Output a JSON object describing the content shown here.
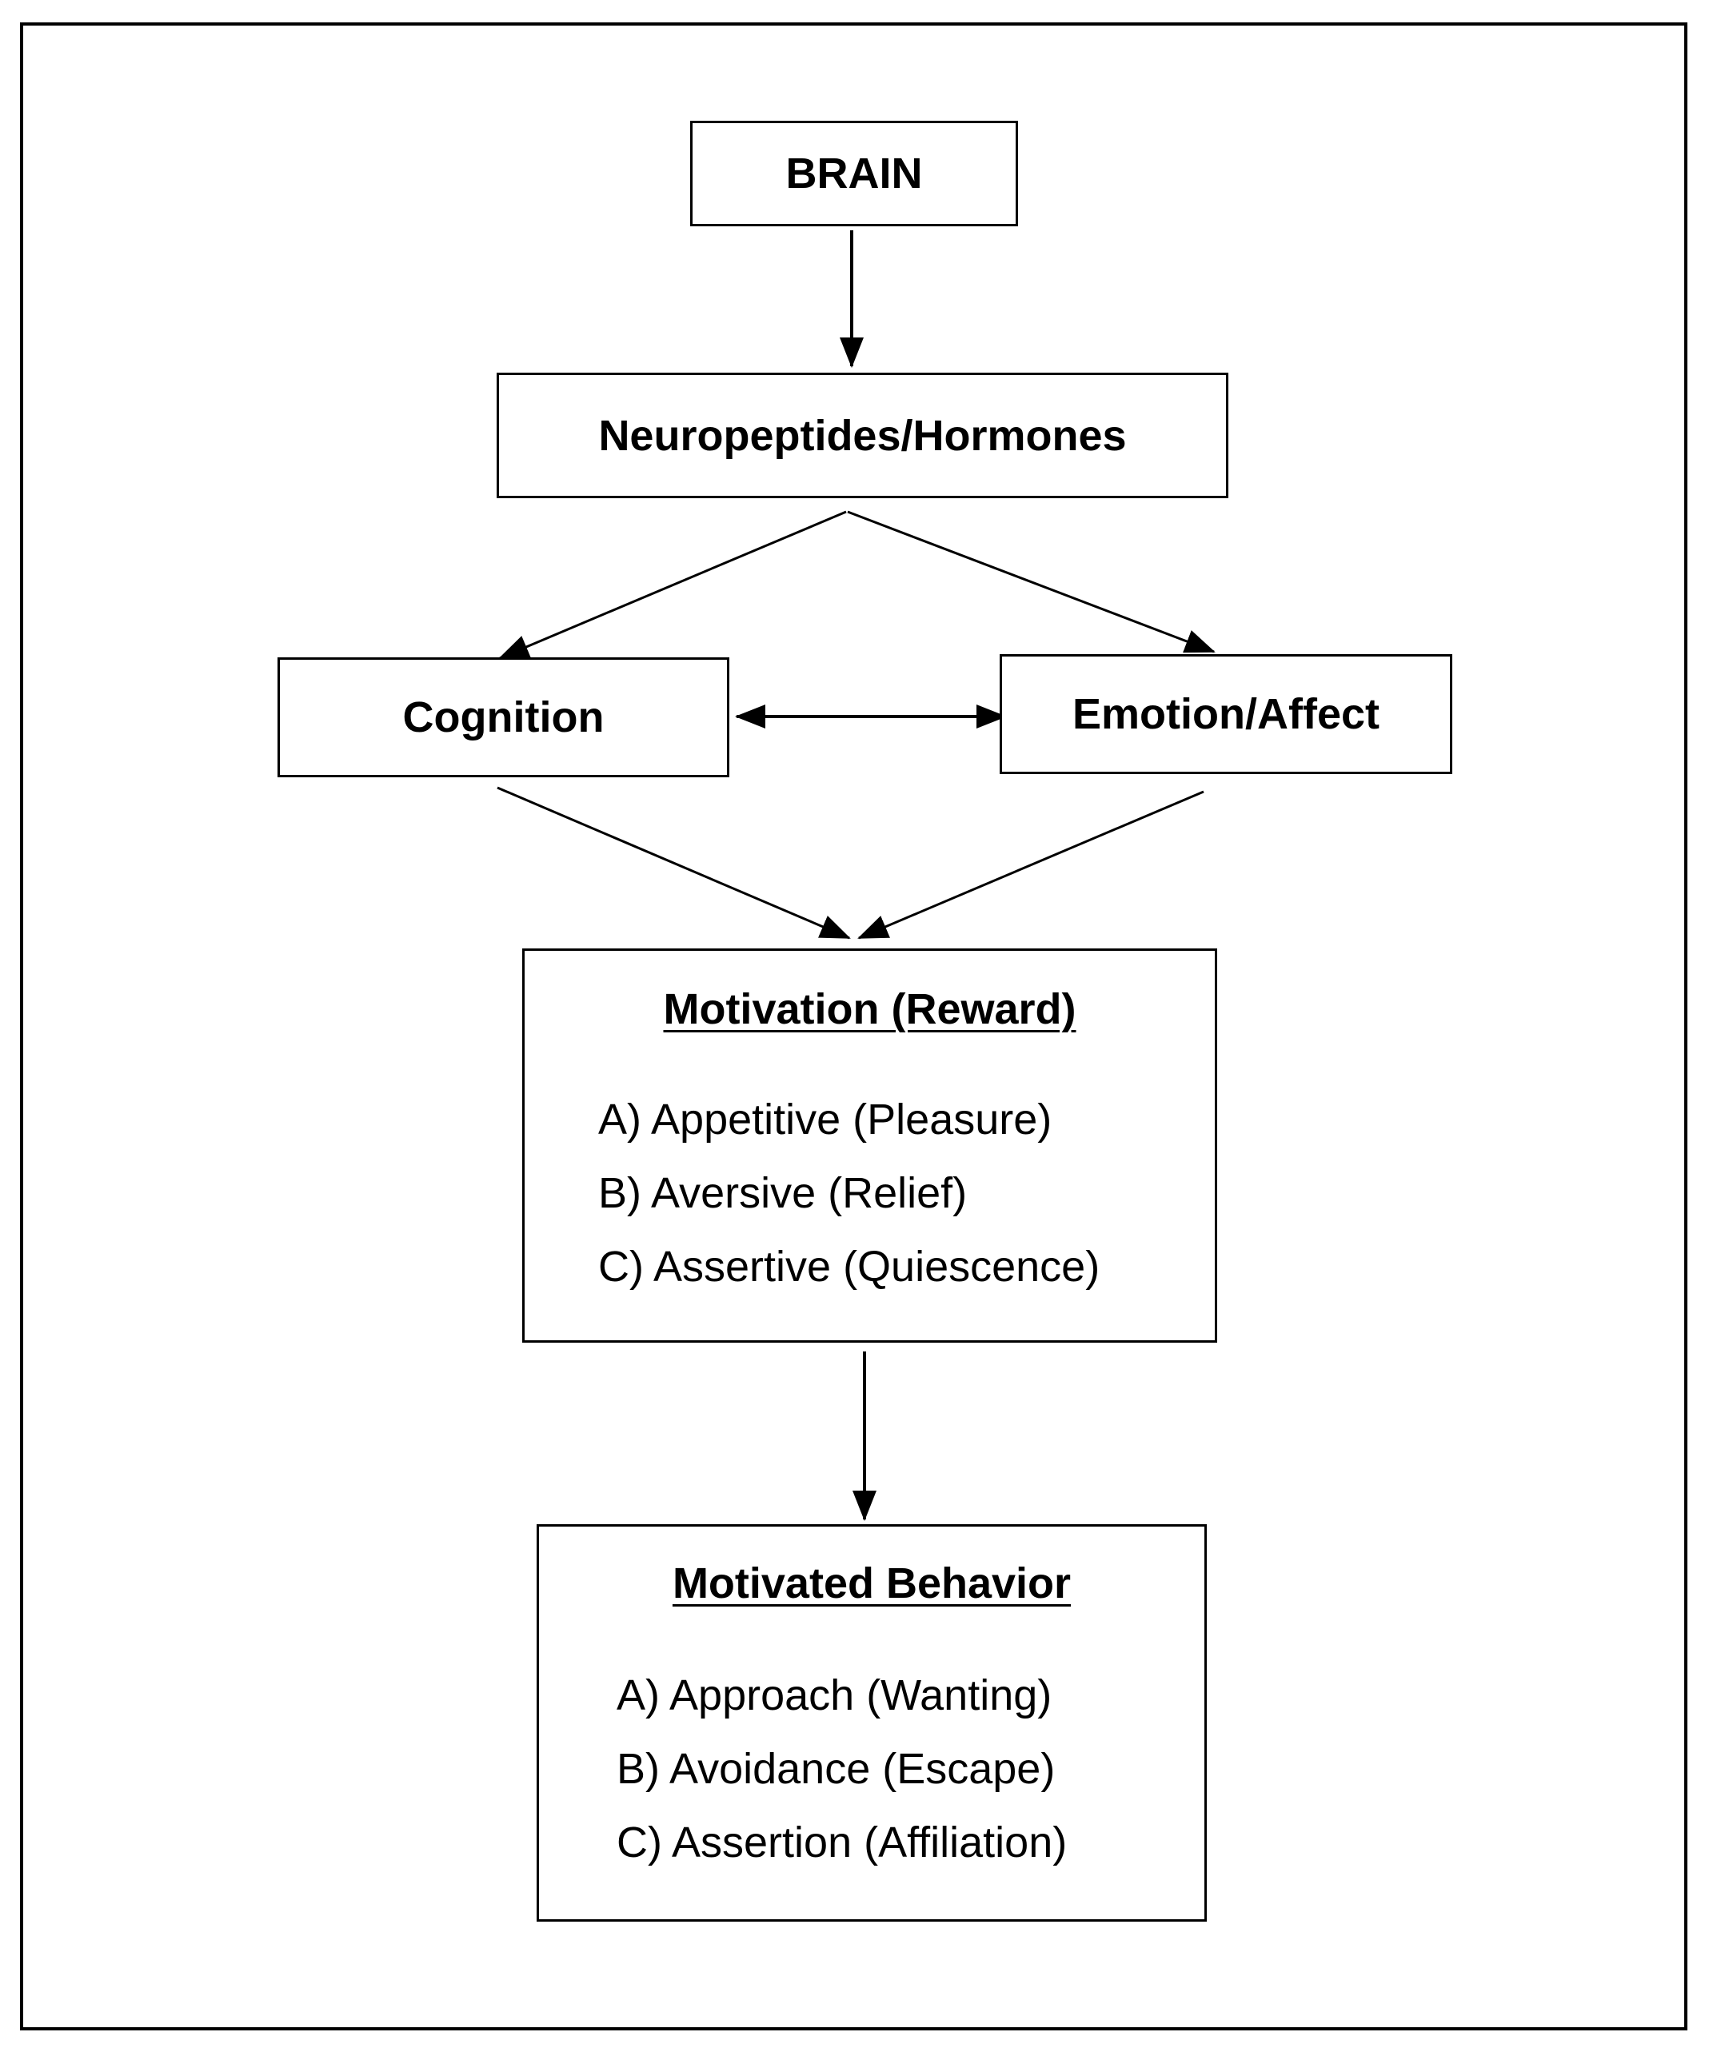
{
  "boxes": {
    "brain": "BRAIN",
    "neuropeptides": "Neuropeptides/Hormones",
    "cognition": "Cognition",
    "emotion": "Emotion/Affect",
    "motivation": {
      "title": "Motivation (Reward)",
      "items": [
        "A) Appetitive (Pleasure)",
        "B) Aversive (Relief)",
        "C) Assertive (Quiescence)"
      ]
    },
    "behavior": {
      "title": "Motivated Behavior",
      "items": [
        "A) Approach (Wanting)",
        "B) Avoidance (Escape)",
        "C) Assertion (Affiliation)"
      ]
    }
  },
  "colors": {
    "line": "#000000",
    "background": "#ffffff"
  }
}
